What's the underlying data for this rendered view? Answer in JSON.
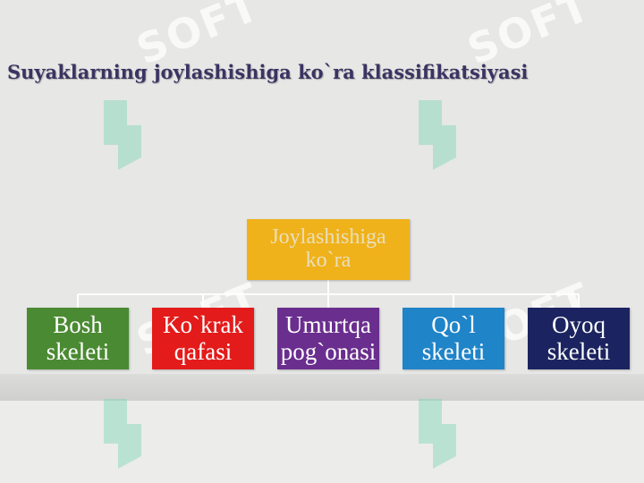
{
  "title": "Suyaklarning joylashishiga ko`ra klassifikatsiyasi",
  "root": {
    "label": "Joylashishiga\nko`ra",
    "color": "#f0b21a",
    "text_color": "#e9dfbf"
  },
  "children": [
    {
      "label": "Bosh\nskeleti",
      "color": "#4a8a32",
      "text_color": "#ffffff"
    },
    {
      "label": "Ko`krak\nqafasi",
      "color": "#e31b1b",
      "text_color": "#ffffff"
    },
    {
      "label": "Umurtqa\npog`onasi",
      "color": "#6a2e8e",
      "text_color": "#ffffff"
    },
    {
      "label": "Qo`l\nskeleti",
      "color": "#1f84c8",
      "text_color": "#ffffff"
    },
    {
      "label": "Oyoq\nskeleti",
      "color": "#1b2460",
      "text_color": "#ffffff"
    }
  ],
  "connector_color": "#ffffff",
  "watermark": {
    "text": "SOFT",
    "color": "#7fd6b6"
  }
}
